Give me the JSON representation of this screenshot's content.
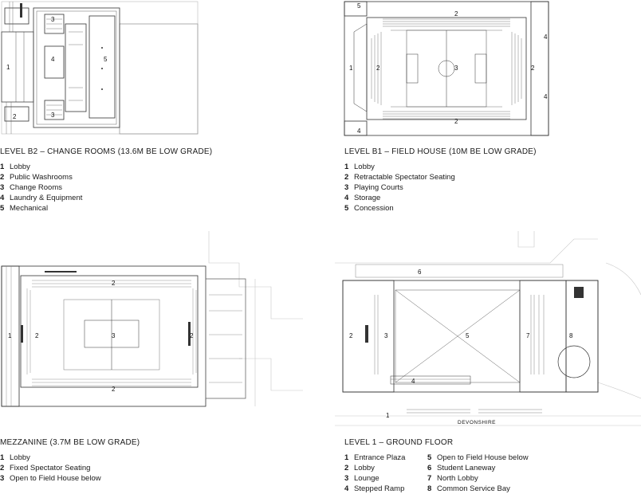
{
  "plans": [
    {
      "id": "b2",
      "title": "LEVEL B2 – CHANGE ROOMS (13.6M BE LOW GRADE)",
      "legend": [
        {
          "n": "1",
          "label": "Lobby"
        },
        {
          "n": "2",
          "label": "Public Washrooms"
        },
        {
          "n": "3",
          "label": "Change Rooms"
        },
        {
          "n": "4",
          "label": "Laundry & Equipment"
        },
        {
          "n": "5",
          "label": "Mechanical"
        }
      ]
    },
    {
      "id": "b1",
      "title": "LEVEL B1 – FIELD HOUSE (10M BE LOW GRADE)",
      "legend": [
        {
          "n": "1",
          "label": "Lobby"
        },
        {
          "n": "2",
          "label": "Retractable Spectator Seating"
        },
        {
          "n": "3",
          "label": "Playing Courts"
        },
        {
          "n": "4",
          "label": "Storage"
        },
        {
          "n": "5",
          "label": "Concession"
        }
      ]
    },
    {
      "id": "mezz",
      "title": "MEZZANINE (3.7M BE LOW GRADE)",
      "legend": [
        {
          "n": "1",
          "label": "Lobby"
        },
        {
          "n": "2",
          "label": "Fixed Spectator Seating"
        },
        {
          "n": "3",
          "label": "Open to Field House below"
        }
      ]
    },
    {
      "id": "l1",
      "title": "LEVEL 1 – GROUND FLOOR",
      "street_label": "DEVONSHIRE",
      "legend": [
        {
          "n": "1",
          "label": "Entrance Plaza"
        },
        {
          "n": "2",
          "label": "Lobby"
        },
        {
          "n": "3",
          "label": "Lounge"
        },
        {
          "n": "4",
          "label": "Stepped Ramp"
        },
        {
          "n": "5",
          "label": "Open to Field House below"
        },
        {
          "n": "6",
          "label": "Student Laneway"
        },
        {
          "n": "7",
          "label": "North Lobby"
        },
        {
          "n": "8",
          "label": "Common Service Bay"
        }
      ]
    }
  ]
}
